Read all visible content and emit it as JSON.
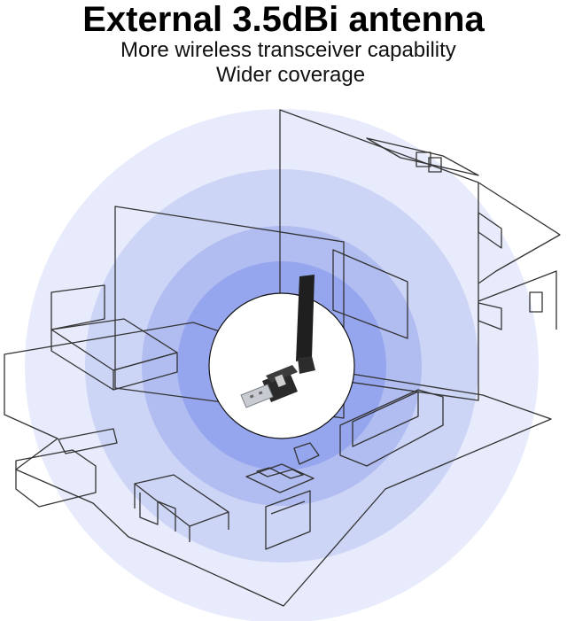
{
  "banner": {
    "headline": "External 3.5dBi antenna",
    "features": [
      "More wireless transceiver capability",
      "Wider coverage"
    ]
  },
  "illustration": {
    "signal_rings": 4,
    "ring_colors": [
      "#e7ebfb",
      "#cdd5f6",
      "#b1bdf1",
      "#96a6ee"
    ],
    "line_color": "#333333",
    "product": "usb-wifi-adapter-with-antenna"
  }
}
